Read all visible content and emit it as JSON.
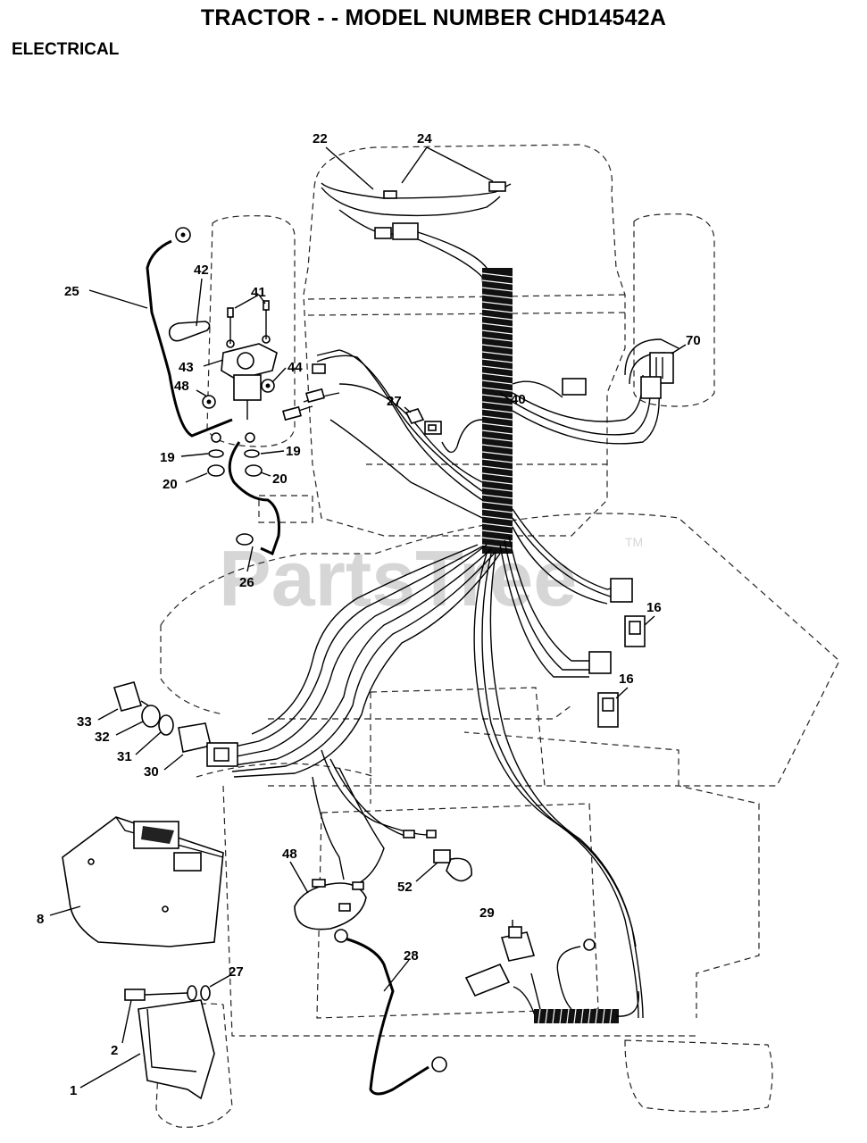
{
  "header": {
    "title": "TRACTOR - - MODEL NUMBER CHD14542A",
    "section": "ELECTRICAL"
  },
  "watermark": {
    "text": "PartsTree",
    "tm": "TM"
  },
  "callouts": [
    "1",
    "2",
    "8",
    "16",
    "16",
    "19",
    "19",
    "20",
    "20",
    "21",
    "22",
    "24",
    "25",
    "26",
    "27",
    "28",
    "29",
    "30",
    "31",
    "32",
    "33",
    "40",
    "41",
    "42",
    "43",
    "44",
    "44",
    "48",
    "52",
    "70"
  ]
}
